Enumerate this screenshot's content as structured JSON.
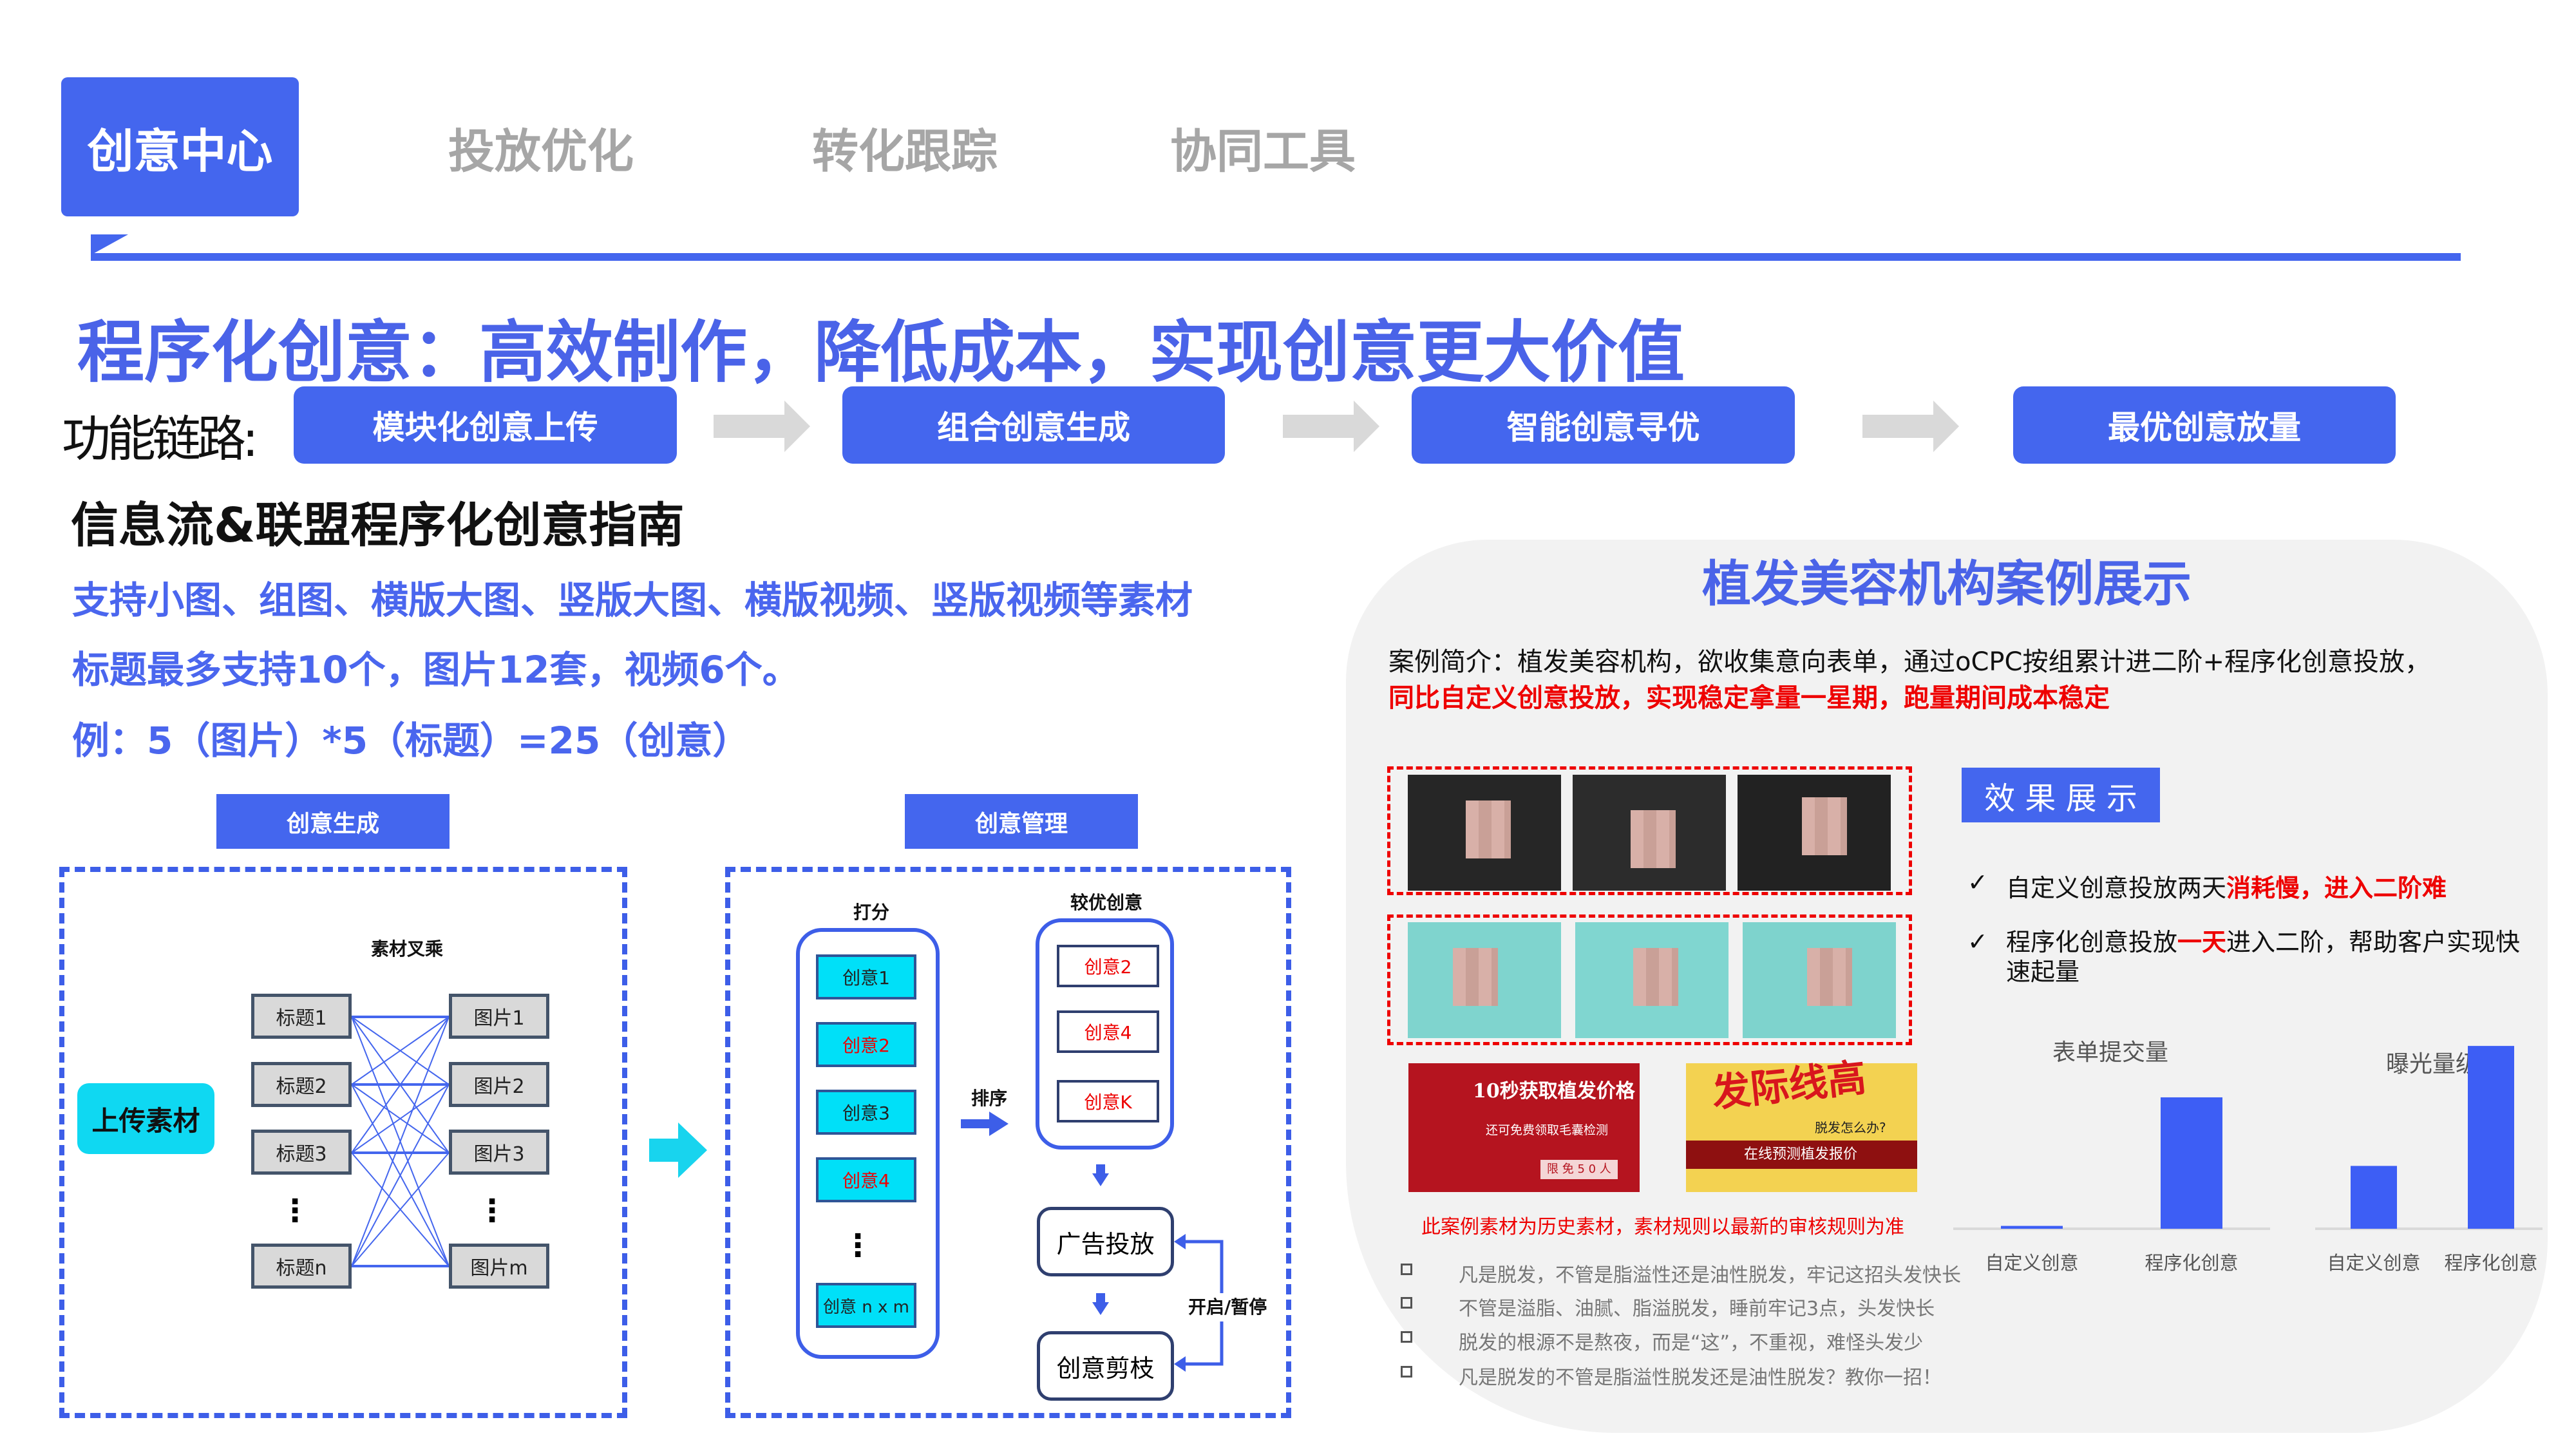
{
  "tabs": [
    {
      "label": "创意中心",
      "active": true
    },
    {
      "label": "投放优化"
    },
    {
      "label": "转化跟踪"
    },
    {
      "label": "协同工具"
    }
  ],
  "headline": "程序化创意：高效制作，降低成本，实现创意更大价值",
  "chain": {
    "label": "功能链路:",
    "steps": [
      "模块化创意上传",
      "组合创意生成",
      "智能创意寻优",
      "最优创意放量"
    ]
  },
  "guide": {
    "title": "信息流&联盟程序化创意指南",
    "lines": [
      "支持小图、组图、横版大图、竖版大图、横版视频、竖版视频等素材",
      "标题最多支持10个，图片12套，视频6个。",
      "例：5（图片）*5（标题）=25（创意）"
    ]
  },
  "gen": {
    "label": "创意生成",
    "upload": "上传素材",
    "cross": "素材叉乘",
    "titles": [
      "标题1",
      "标题2",
      "标题3",
      "标题n"
    ],
    "images": [
      "图片1",
      "图片2",
      "图片3",
      "图片m"
    ],
    "dots": "⋮"
  },
  "manage": {
    "label": "创意管理",
    "score": "打分",
    "scored": [
      "创意1",
      "创意2",
      "创意3",
      "创意4"
    ],
    "last": "创意 n x m",
    "better": "较优创意",
    "best": [
      "创意2",
      "创意4",
      "创意K"
    ],
    "sort": "排序",
    "ad": "广告投放",
    "prune": "创意剪枝",
    "toggle": "开启/暂停"
  },
  "case": {
    "title": "植发美容机构案例展示",
    "intro": "案例简介：植发美容机构，欲收集意向表单，通过oCPC按组累计进二阶+程序化创意投放，",
    "highlight": "同比自定义创意投放，实现稳定拿量一星期，跑量期间成本稳定",
    "ad1": {
      "title": "10秒获取植发价格",
      "sub": "还可免费领取毛囊检测",
      "badge": "限 免 5 0 人"
    },
    "ad2": {
      "title": "发际线高",
      "sub": "脱发怎么办?",
      "bar": "在线预测植发报价"
    },
    "notice": "此案例素材为历史素材，素材规则以最新的审核规则为准",
    "bullets": [
      "凡是脱发，不管是脂溢性还是油性脱发，牢记这招头发快长",
      "不管是溢脂、油腻、脂溢脱发，睡前牢记3点，头发快长",
      "脱发的根源不是熬夜，而是“这”，不重视，难怪头发少",
      "凡是脱发的不管是脂溢性脱发还是油性脱发？教你一招！"
    ],
    "effect_label": "效 果 展 示",
    "checks": [
      {
        "mark": "✓",
        "plain": "自定义创意投放两天",
        "red": "消耗慢，进入二阶难",
        "rest": ""
      },
      {
        "mark": "✓",
        "plain": "程序化创意投放",
        "red": "一天",
        "rest": "进入二阶，帮助客户实现快速起量"
      }
    ]
  },
  "chart_data": [
    {
      "type": "bar",
      "title": "表单提交量",
      "categories": [
        "自定义创意",
        "程序化创意"
      ],
      "values": [
        1,
        46
      ],
      "ylim": [
        0,
        70
      ],
      "color": "#3d5ef5"
    },
    {
      "type": "bar",
      "title": "曝光量级",
      "categories": [
        "自定义创意",
        "程序化创意"
      ],
      "values": [
        22,
        64
      ],
      "ylim": [
        0,
        70
      ],
      "color": "#3d5ef5"
    }
  ]
}
